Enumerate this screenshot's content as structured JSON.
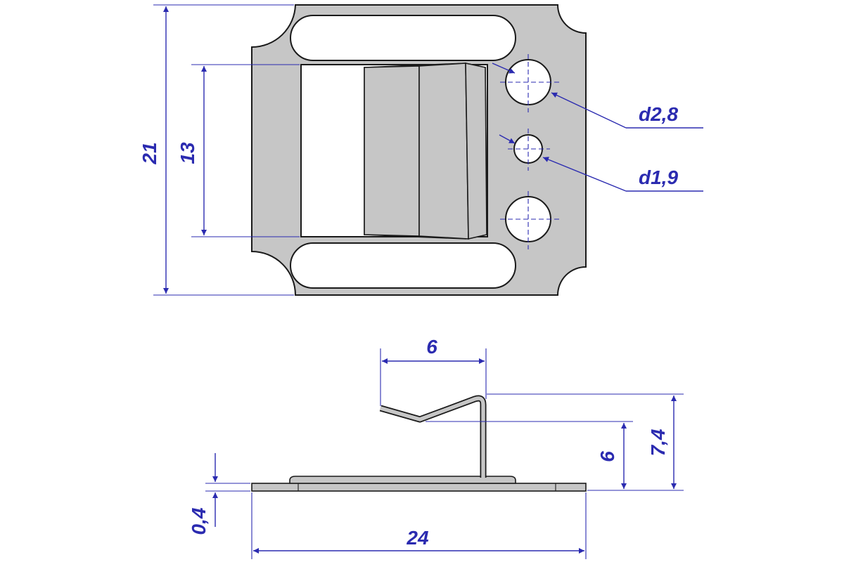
{
  "drawing": {
    "colors": {
      "dimension": "#2b2bb0",
      "part_fill": "#c6c6c6",
      "outline": "#1a1a1a"
    },
    "dimensions": {
      "overall_height": "21",
      "opening_height": "13",
      "hole_large": "d2,8",
      "hole_small": "d1,9",
      "top_width": "6",
      "clip_height": "7,4",
      "clip_lower": "6",
      "thickness": "0,4",
      "overall_width": "24"
    }
  }
}
